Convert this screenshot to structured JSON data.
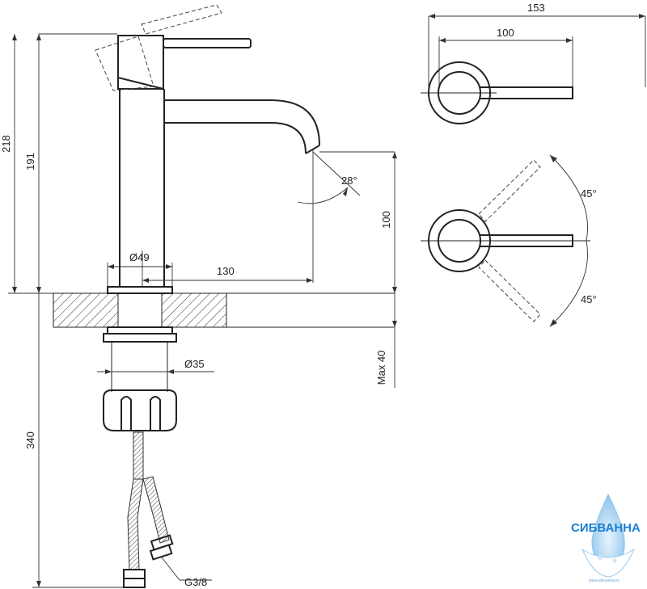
{
  "dimensions": {
    "overall_height": "218",
    "body_height": "191",
    "under_counter": "340",
    "base_diameter": "Ø49",
    "spout_reach": "130",
    "spout_height": "100",
    "spout_angle": "28°",
    "shank_diameter": "Ø35",
    "max_counter": "Max 40",
    "hose_thread": "G3/8",
    "top_total_width": "153",
    "top_lever_width": "100",
    "rotation_angle_up": "45°",
    "rotation_angle_down": "45°"
  },
  "watermark": {
    "brand": "СИБВАННА",
    "url": "www.sibvanna.ru",
    "colors": {
      "primary": "#1a7fd0",
      "light": "#9ccbef"
    }
  }
}
